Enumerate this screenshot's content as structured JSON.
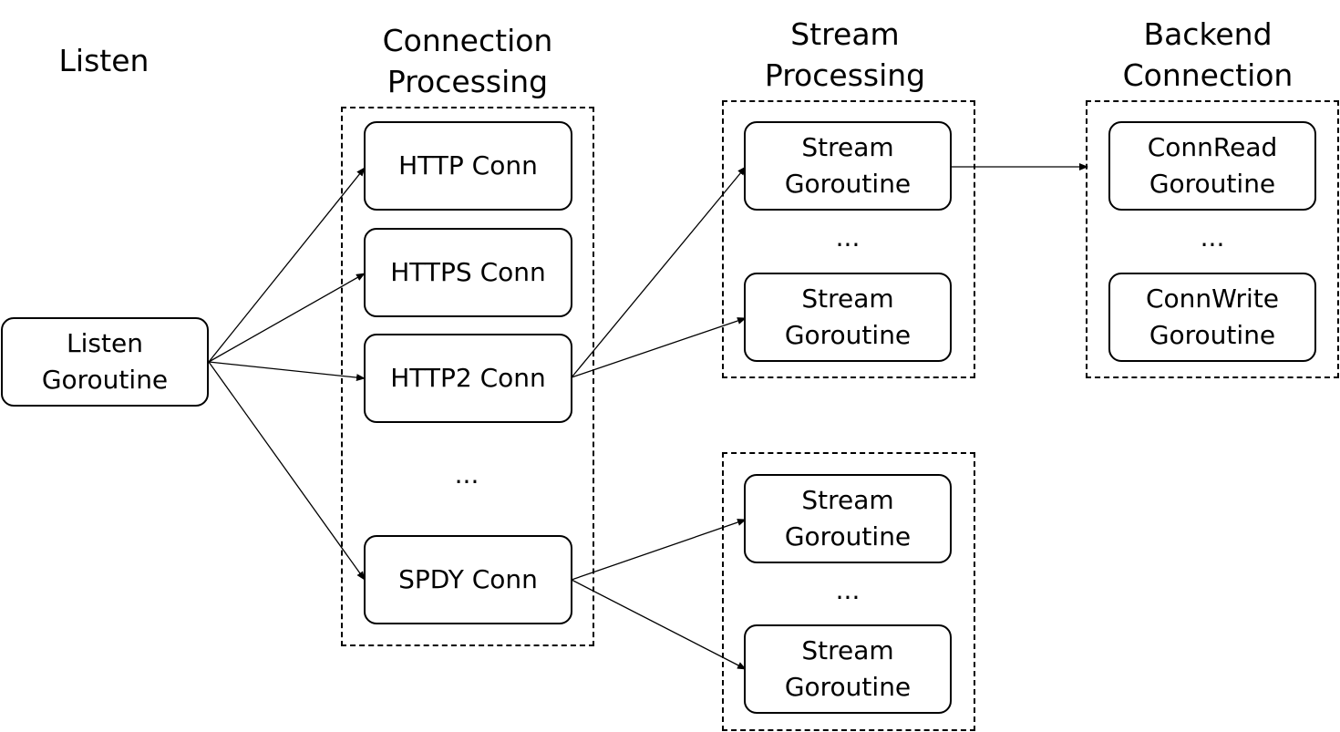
{
  "columns": {
    "listen": "Listen",
    "connection_processing": [
      "Connection",
      "Processing"
    ],
    "stream_processing": [
      "Stream",
      "Processing"
    ],
    "backend_connection": [
      "Backend",
      "Connection"
    ]
  },
  "listen_node": [
    "Listen",
    "Goroutine"
  ],
  "conn_nodes": {
    "http": "HTTP Conn",
    "https": "HTTPS Conn",
    "http2": "HTTP2 Conn",
    "spdy": "SPDY Conn",
    "ellipsis": "..."
  },
  "stream_groups": {
    "top": {
      "first": [
        "Stream",
        "Goroutine"
      ],
      "ellipsis": "...",
      "second": [
        "Stream",
        "Goroutine"
      ]
    },
    "bottom": {
      "first": [
        "Stream",
        "Goroutine"
      ],
      "ellipsis": "...",
      "second": [
        "Stream",
        "Goroutine"
      ]
    }
  },
  "backend_nodes": {
    "read": [
      "ConnRead",
      "Goroutine"
    ],
    "ellipsis": "...",
    "write": [
      "ConnWrite",
      "Goroutine"
    ]
  },
  "colors": {
    "line": "#000000",
    "background": "#ffffff"
  }
}
